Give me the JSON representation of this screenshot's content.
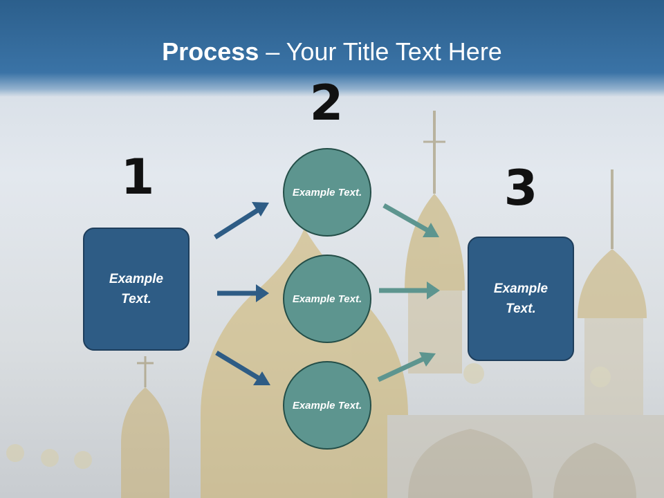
{
  "title": {
    "bold": "Process",
    "rest": " – Your Title Text Here"
  },
  "steps": {
    "one": {
      "number": "1",
      "label": "Example Text."
    },
    "two": {
      "number": "2",
      "circles": [
        {
          "label": "Example Text."
        },
        {
          "label": "Example Text."
        },
        {
          "label": "Example Text."
        }
      ]
    },
    "three": {
      "number": "3",
      "label": "Example Text."
    }
  },
  "colors": {
    "title_band": "#2c5f8c",
    "box_fill": "#2e5c85",
    "circle_fill": "#5d958f",
    "arrow_left": "#2e5c85",
    "arrow_right": "#5d958f"
  }
}
